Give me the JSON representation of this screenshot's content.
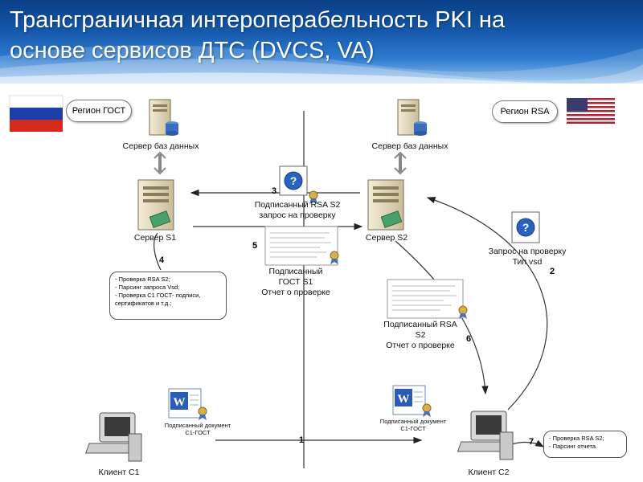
{
  "slide": {
    "title_line1": "Трансграничная интероперабельность PKI на",
    "title_line2": "основе сервисов ДТС (DVCS, VA)"
  },
  "regions": {
    "gost": "Регион ГОСТ",
    "rsa": "Регион RSA"
  },
  "nodes": {
    "db_left": "Сервер баз данных",
    "db_right": "Сервер баз данных",
    "server_s1": "Сервер S1",
    "server_s2": "Сервер S2",
    "client_c1": "Клиент С1",
    "client_c2": "Клиент С2"
  },
  "messages": {
    "signed_rsa_s2_l1": "Подписанный RSA S2",
    "signed_rsa_s2_l2": "запрос на проверку",
    "signed_gost_s1_l1": "Подписанный",
    "signed_gost_s1_l2": "ГОСТ S1",
    "signed_gost_s1_l3": "Отчет о проверке",
    "request_vsd_l1": "Запрос на проверку",
    "request_vsd_l2": "Тип vsd",
    "signed_rsa_report_l1": "Подписанный RSA",
    "signed_rsa_report_l2": "S2",
    "signed_rsa_report_l3": "Отчет о проверке",
    "doc_left_l1": "Подписанный документ",
    "doc_left_l2": "С1-ГОСТ",
    "doc_right_l1": "Подписанный документ",
    "doc_right_l2": "С1-ГОСТ"
  },
  "steps": [
    "1",
    "2",
    "3",
    "4",
    "5",
    "6",
    "7"
  ],
  "notes": {
    "s1_checks": [
      "- Проверка RSA S2;",
      "- Парсинг запроса Vsd;",
      "- Проверка С1 ГОСТ- подписи,",
      "сертификатов и т.д.;"
    ],
    "c2_checks": [
      "- Проверка RSA S2;",
      "- Парсинг отчета."
    ]
  },
  "colors": {
    "header_blue": "#1456a8",
    "flag_white": "#ffffff",
    "flag_blue": "#1c3fa8",
    "flag_red": "#d52b1e",
    "us_red": "#b22234",
    "us_blue": "#3c3b6e"
  },
  "icons": {
    "database": "database-server-icon",
    "server": "server-tower-icon",
    "client": "desktop-computer-icon",
    "query": "question-icon",
    "document": "word-document-icon",
    "seal": "seal-icon"
  }
}
